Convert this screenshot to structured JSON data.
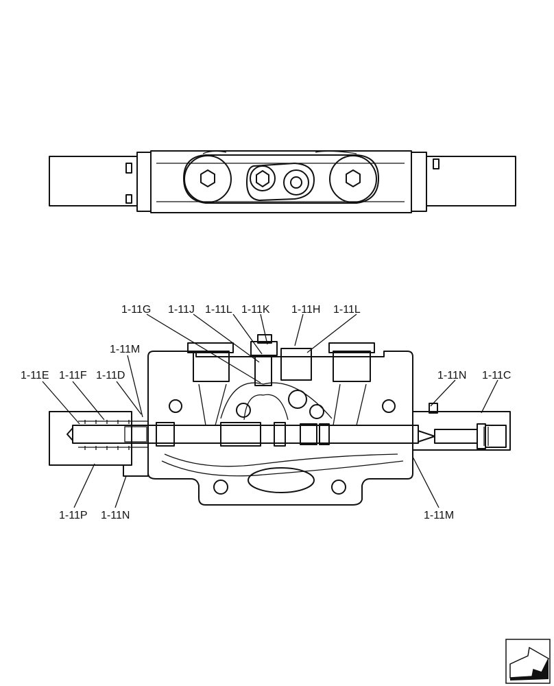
{
  "labels": {
    "g": "1-11G",
    "j": "1-11J",
    "l1": "1-11L",
    "k": "1-11K",
    "h": "1-11H",
    "l2": "1-11L",
    "m_top": "1-11M",
    "e": "1-11E",
    "f": "1-11F",
    "d": "1-11D",
    "n_right": "1-11N",
    "c": "1-11C",
    "p": "1-11P",
    "n_bottom": "1-11N",
    "m_bottom": "1-11M"
  },
  "icons": {
    "nav": "page-turn-arrow-icon"
  }
}
